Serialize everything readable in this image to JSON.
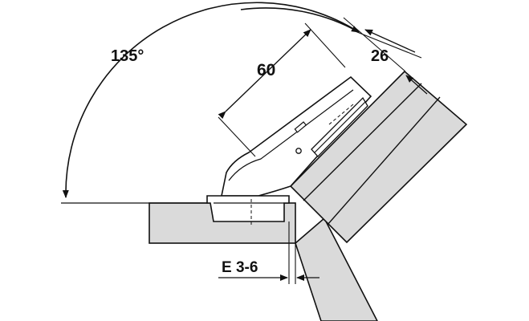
{
  "dimensions": {
    "opening_angle": "135°",
    "cup_distance": "60",
    "panel_offset": "26",
    "edge_distance": "E 3-6"
  },
  "colors": {
    "panel_fill": "#dadada",
    "line": "#111111",
    "background": "#ffffff"
  }
}
